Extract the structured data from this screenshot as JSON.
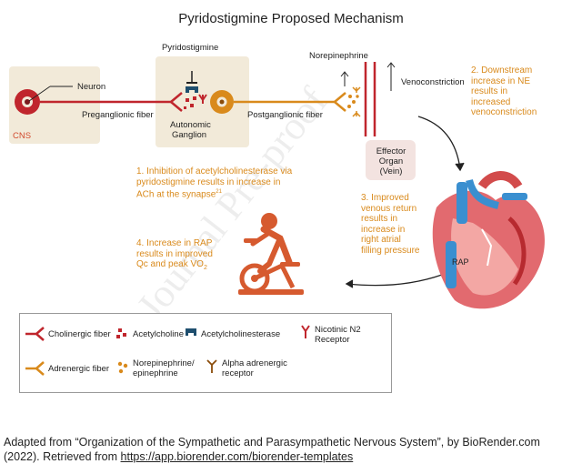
{
  "title": "Pyridostigmine Proposed Mechanism",
  "labels": {
    "cns": "CNS",
    "neuron": "Neuron",
    "preganglionic": "Preganglionic fiber",
    "pyridostigmine": "Pyridostigmine",
    "autonomic_ganglion_1": "Autonomic",
    "autonomic_ganglion_2": "Ganglion",
    "postganglionic": "Postganglionic fiber",
    "norepinephrine": "Norepinephrine",
    "venoconstriction": "Venoconstriction",
    "effector_1": "Effector",
    "effector_2": "Organ",
    "effector_3": "(Vein)",
    "rap": "RAP"
  },
  "notes": {
    "step1": [
      "1. Inhibition of acetylcholinesterase via",
      "pyridostigmine results in increase in",
      "ACh at the synapse"
    ],
    "step1_sup": "21",
    "step2": [
      "2. Downstream",
      "increase in NE",
      "results in",
      "increased",
      "venoconstriction"
    ],
    "step3": [
      "3. Improved",
      "venous return",
      "results in",
      "increase in",
      "right atrial",
      "filling pressure"
    ],
    "step4": [
      "4. Increase in RAP",
      "results in improved",
      "Qc and peak VO"
    ],
    "step4_sub": "2"
  },
  "legend": {
    "cholinergic": "Cholinergic fiber",
    "acetylcholine": "Acetylcholine",
    "acetylcholinesterase": "Acetylcholinesterase",
    "nicotinic_1": "Nicotinic N2",
    "nicotinic_2": "Receptor",
    "adrenergic": "Adrenergic fiber",
    "norepinephrine_1": "Norepinephrine/",
    "norepinephrine_2": "epinephrine",
    "alpha_1": "Alpha adrenergic",
    "alpha_2": "receptor"
  },
  "caption": {
    "line1": "Adapted from “Organization of the Sympathetic and Parasympathetic Nervous System”, by BioRender.com",
    "line2_prefix": "(2022). Retrieved from ",
    "link": "https://app.biorender.com/biorender-templates"
  },
  "watermark": "Journal Pre-proof",
  "colors": {
    "cholinergic": "#c0262d",
    "adrenergic": "#d98a1c",
    "enzyme": "#1e4e6e",
    "box": "#f2ead9",
    "organ_box": "#f3e3e0"
  }
}
